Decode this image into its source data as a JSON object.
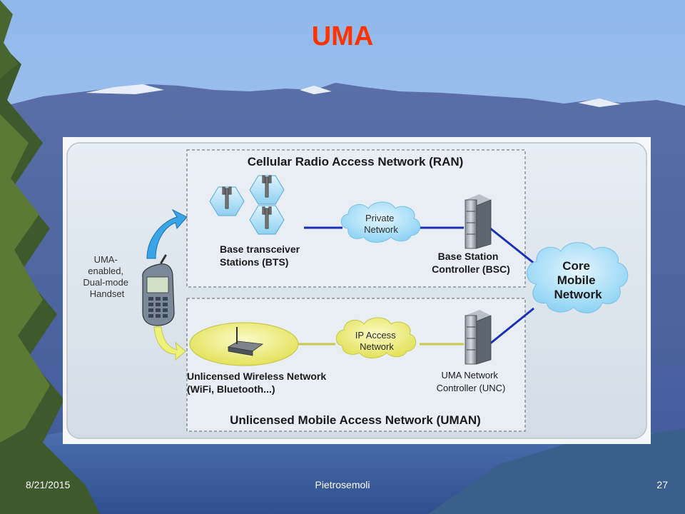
{
  "slide": {
    "title": "UMA",
    "footer": {
      "date": "8/21/2015",
      "author": "Pietrosemoli",
      "page": "27"
    }
  },
  "diagram": {
    "ran_title": "Cellular Radio Access Network (RAN)",
    "uman_title": "Unlicensed Mobile Access Network (UMAN)",
    "handset": [
      "UMA-",
      "enabled,",
      "Dual-mode",
      "Handset"
    ],
    "bts": [
      "Base transceiver",
      "Stations (BTS)"
    ],
    "private_network": [
      "Private",
      "Network"
    ],
    "bsc": [
      "Base Station",
      "Controller (BSC)"
    ],
    "core": [
      "Core",
      "Mobile",
      "Network"
    ],
    "wireless": [
      "Unlicensed Wireless Network",
      "(WiFi, Bluetooth...)"
    ],
    "ip_access": [
      "IP Access",
      "Network"
    ],
    "unc": [
      "UMA Network",
      "Controller (UNC)"
    ]
  },
  "colors": {
    "title": "#ff3300",
    "link_blue": "#1a2fb8",
    "link_yellow": "#c8c84a",
    "cloud_blue": "#a8e0f8",
    "cloud_yellow": "#f0f07a"
  }
}
